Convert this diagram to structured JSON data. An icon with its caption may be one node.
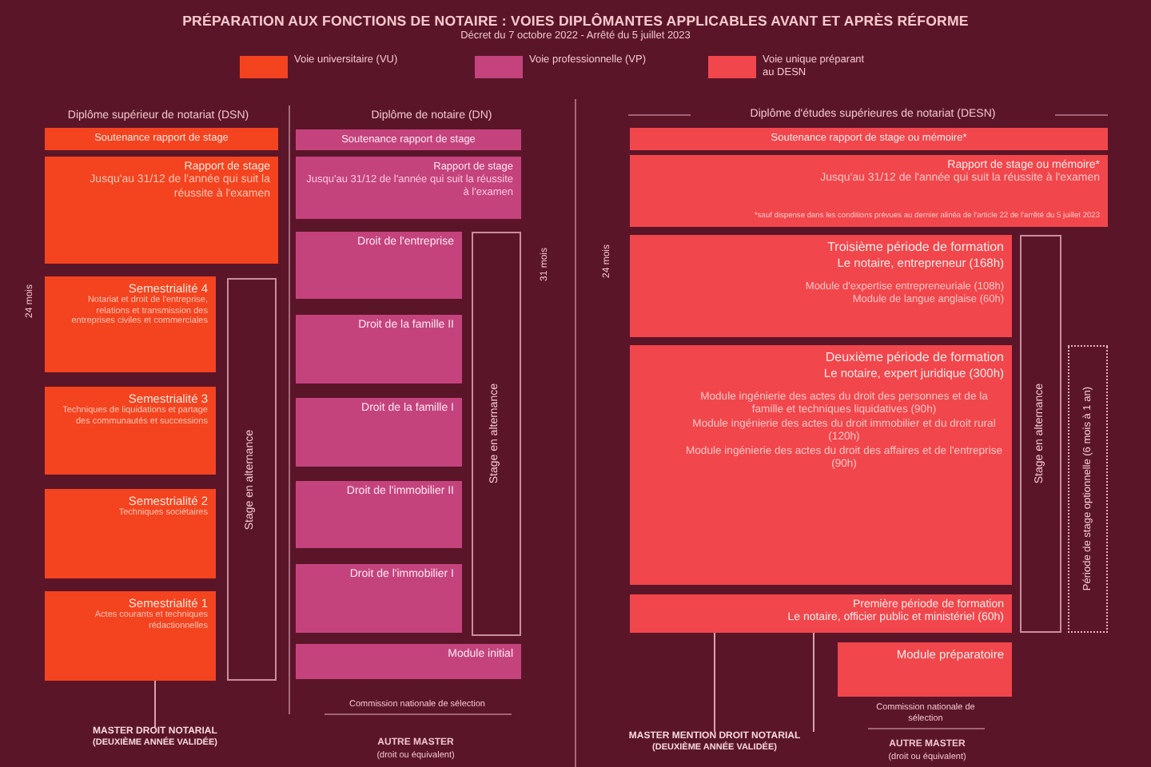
{
  "diagram": {
    "title": "PRÉPARATION AUX FONCTIONS DE NOTAIRE : VOIES DIPLÔMANTES APPLICABLES AVANT ET APRÈS RÉFORME",
    "nodes": [
      {
        "text": [
          "Soutenance rapport de stage"
        ]
      },
      {
        "text": [
          "Rapport de stage",
          "Jusqu'au 31/12 de l'année qui suit la réussite à l'examen"
        ]
      },
      {
        "text": [
          "Semestrialité 4",
          "Notariat et droit de l'entreprise, relations et transmission des entreprises civiles et commerciales"
        ]
      },
      {
        "text": [
          "Semestrialité 3",
          "Techniques de liquidations et partage des communautés et successions"
        ]
      },
      {
        "text": [
          "Semestrialité 2",
          "Techniques sociétaires"
        ]
      },
      {
        "text": [
          "Semestrialité 1",
          "Actes courants et techniques rédactionnelles"
        ]
      },
      {
        "text": [
          "Stage en alternance"
        ]
      },
      {
        "text": [
          "Soutenance rapport de stage"
        ]
      },
      {
        "text": [
          "Rapport de stage",
          "Jusqu'au 31/12 de l'année qui suit la réussite à l'examen"
        ]
      },
      {
        "text": [
          "Droit de l'entreprise"
        ]
      },
      {
        "text": [
          "Droit de la famille II"
        ]
      },
      {
        "text": [
          "Droit de la famille I"
        ]
      },
      {
        "text": [
          "Droit de l'immobilier II"
        ]
      },
      {
        "text": [
          "Droit de l'immobilier I"
        ]
      },
      {
        "text": [
          "Stage en alternance"
        ]
      },
      {
        "text": [
          "Module initial"
        ]
      },
      {
        "text": [
          "Soutenance rapport de stage ou mémoire*"
        ]
      },
      {
        "text": [
          "Rapport de stage ou mémoire*",
          "Jusqu'au 31/12 de l'année qui suit la réussite à l'examen",
          "*sauf dispense dans les conditions prévues au dernier alinéa de l'article 22 de l'arrêté du 5 juillet 2023"
        ]
      },
      {
        "text": [
          "Troisième période de formation",
          "Le notaire, entrepreneur (168h)",
          "Module d'expertise entrepreneuriale (108h)",
          "Module de langue anglaise (60h)"
        ]
      },
      {
        "text": [
          "Deuxième période de formation",
          "Le notaire, expert juridique (300h)",
          "Module ingénierie des actes du droit des personnes et de la famille et techniques liquidatives (90h)",
          "Module ingénierie des actes du droit immobilier et du droit rural (120h)",
          "Module ingénierie des actes du droit des affaires et de l'entreprise (90h)"
        ]
      },
      {
        "text": [
          "Première période de formation",
          "Le notaire, officier public et ministériel (60h)"
        ]
      },
      {
        "text": [
          "Stage en alternance"
        ]
      },
      {
        "text": [
          "Période de stage optionnelle (6 mois à 1 an)"
        ]
      },
      {
        "text": [
          "Module préparatoire"
        ]
      },
      {
        "text": [
          "MASTER DROIT NOTARIAL",
          "(DEUXIÈME ANNÉE VALIDÉE)"
        ]
      },
      {
        "text": [
          "MASTER MENTION DROIT NOTARIAL",
          "(DEUXIÈME ANNÉE VALIDÉE)"
        ]
      }
    ],
    "edges": [
      {
        "from": 24,
        "to": 5,
        "arrow": "none"
      },
      {
        "from": 25,
        "to": 20,
        "arrow": "none"
      },
      {
        "from": 25,
        "to": 20,
        "arrow": "none"
      }
    ],
    "labels": [
      "Décret du 7 octobre 2022 - Arrêté du 5 juillet 2023",
      "Diplôme supérieur de notariat (DSN)",
      "Diplôme de notaire (DN)",
      "Diplôme d'études supérieures de notariat (DESN)",
      "24 mois",
      "31 mois",
      "24 mois",
      "Commission nationale de sélection",
      "AUTRE MASTER",
      "(droit ou équivalent)",
      "Commission nationale de sélection",
      "AUTRE MASTER",
      "(droit ou équivalent)"
    ],
    "legend": [
      {
        "text": "Voie universitaire (VU)",
        "color": "#f4431f"
      },
      {
        "text": "Voie professionnelle (VP)",
        "color": "#c4437d"
      },
      {
        "text": "Voie unique préparant au DESN",
        "color": "#f1464b"
      }
    ]
  }
}
